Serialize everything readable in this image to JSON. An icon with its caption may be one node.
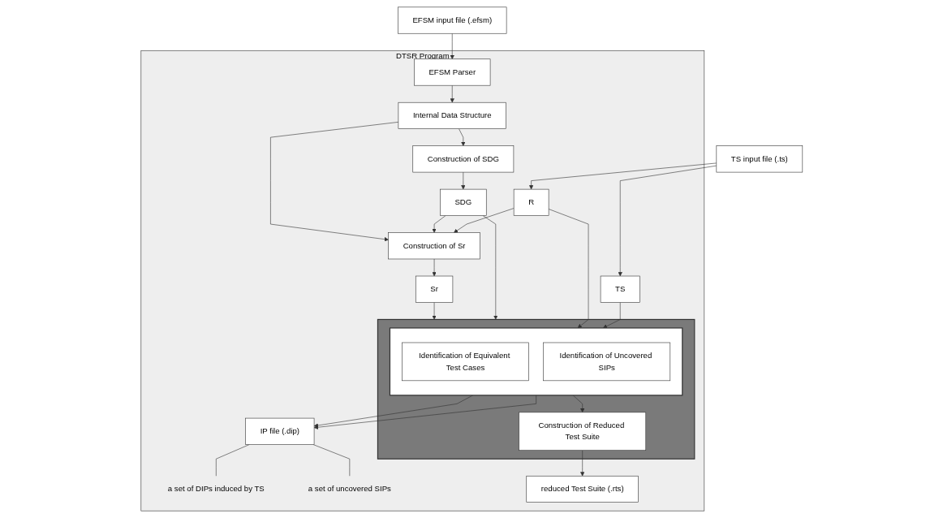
{
  "diagram": {
    "nodes": [
      {
        "text": [
          "DTSR Program"
        ]
      },
      {
        "text": [
          "EFSM input file (.efsm)"
        ]
      },
      {
        "text": [
          "EFSM Parser"
        ],
        "in": 0
      },
      {
        "text": [
          "Internal Data Structure"
        ],
        "in": 0
      },
      {
        "text": [
          "Construction of Sr"
        ],
        "in": 0
      },
      {
        "text": [
          "Construction of SDG"
        ],
        "in": 0
      },
      {
        "text": [
          "Sr"
        ],
        "in": 0
      },
      {
        "text": [
          "SDG"
        ],
        "in": 0
      },
      {
        "text": [
          "TS input file (.ts)"
        ]
      },
      {
        "text": [
          "R"
        ],
        "in": 0
      },
      {
        "text": [
          "TS"
        ],
        "in": 0
      },
      {
        "text": [],
        "shape": "box",
        "in": 0
      },
      {
        "text": [],
        "shape": "box",
        "in": 11
      },
      {
        "text": [
          "Identification of Equivalent Test Cases"
        ],
        "in": 12
      },
      {
        "text": [
          "Identification of Uncovered SIPs"
        ],
        "in": 12
      },
      {
        "text": [
          "Construction of Reduced Test Suite"
        ],
        "in": 11
      },
      {
        "text": [
          "IP file (.dip)"
        ],
        "in": 0
      },
      {
        "text": [
          "a set of DIPs induced by TS"
        ],
        "in": 0
      },
      {
        "text": [
          "a set of uncovered SIPs"
        ],
        "in": 0
      },
      {
        "text": [
          "reduced Test Suite (.rts)"
        ],
        "in": 0
      }
    ],
    "edges": [
      {
        "from": 1,
        "to": 2,
        "arrow": "to"
      },
      {
        "from": 2,
        "to": 3,
        "arrow": "to"
      },
      {
        "from": 3,
        "to": 4,
        "arrow": "to"
      },
      {
        "from": 3,
        "to": 5,
        "arrow": "to"
      },
      {
        "from": 4,
        "to": 6,
        "arrow": "to"
      },
      {
        "from": 5,
        "to": 7,
        "arrow": "to"
      },
      {
        "from": 7,
        "to": 4,
        "arrow": "to"
      },
      {
        "from": 8,
        "to": 9,
        "arrow": "to"
      },
      {
        "from": 8,
        "to": 10,
        "arrow": "to"
      },
      {
        "from": 9,
        "to": 4,
        "arrow": "to"
      },
      {
        "from": 6,
        "to": 11,
        "arrow": "to"
      },
      {
        "from": 7,
        "to": 11,
        "arrow": "to"
      },
      {
        "from": 9,
        "to": 12,
        "arrow": "to"
      },
      {
        "from": 10,
        "to": 12,
        "arrow": "to"
      },
      {
        "from": 12,
        "to": 16,
        "arrow": "to"
      },
      {
        "from": 12,
        "to": 16,
        "arrow": "to"
      },
      {
        "from": 16,
        "to": 17,
        "arrow": "none"
      },
      {
        "from": 16,
        "to": 18,
        "arrow": "none"
      },
      {
        "from": 12,
        "to": 15,
        "arrow": "to"
      },
      {
        "from": 15,
        "to": 19,
        "arrow": "to"
      }
    ]
  }
}
